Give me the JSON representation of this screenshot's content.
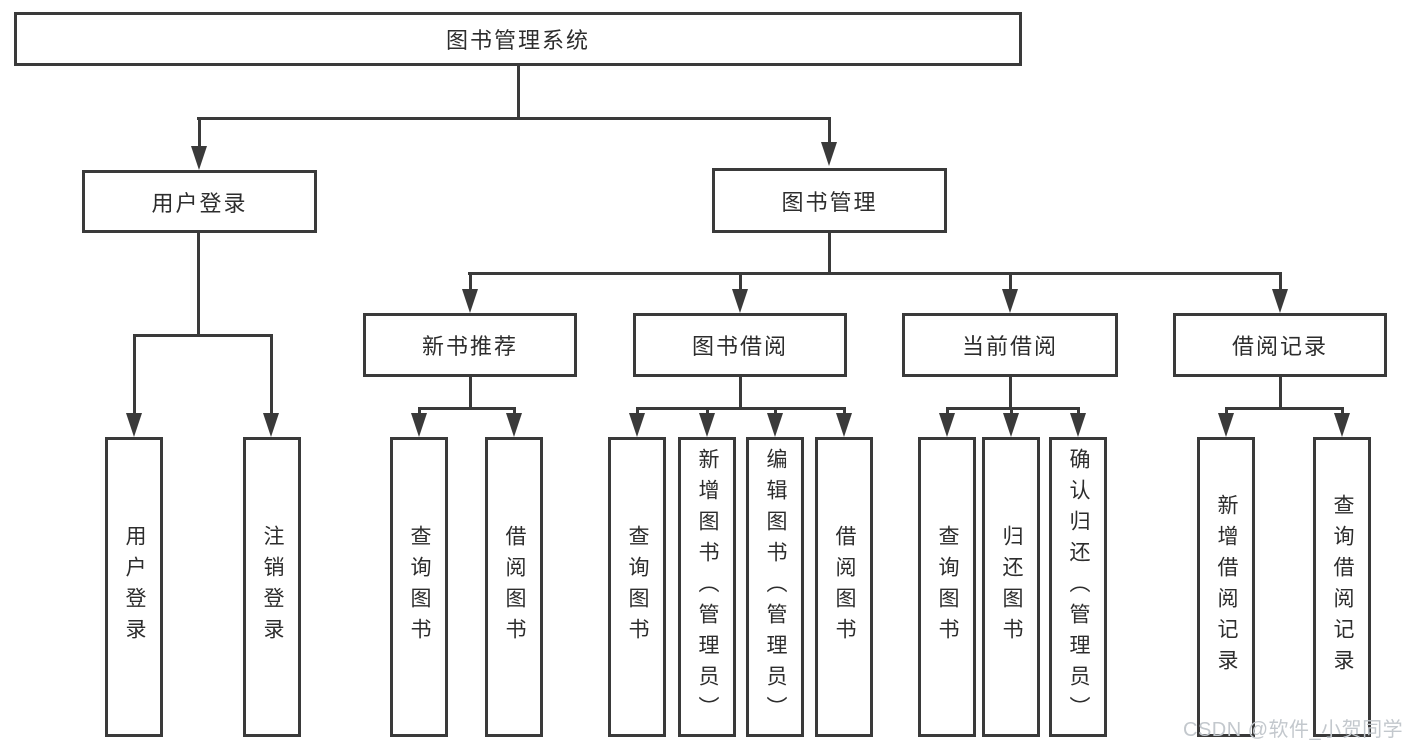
{
  "diagram": {
    "root": {
      "label": "图书管理系统"
    },
    "branches": [
      {
        "label": "用户登录",
        "children": [
          {
            "label": "用户登录"
          },
          {
            "label": "注销登录"
          }
        ]
      },
      {
        "label": "图书管理",
        "children": [
          {
            "label": "新书推荐",
            "children": [
              {
                "label": "查询图书"
              },
              {
                "label": "借阅图书"
              }
            ]
          },
          {
            "label": "图书借阅",
            "children": [
              {
                "label": "查询图书"
              },
              {
                "label": "新增图书（管理员）"
              },
              {
                "label": "编辑图书（管理员）"
              },
              {
                "label": "借阅图书"
              }
            ]
          },
          {
            "label": "当前借阅",
            "children": [
              {
                "label": "查询图书"
              },
              {
                "label": "归还图书"
              },
              {
                "label": "确认归还（管理员）"
              }
            ]
          },
          {
            "label": "借阅记录",
            "children": [
              {
                "label": "新增借阅记录"
              },
              {
                "label": "查询借阅记录"
              }
            ]
          }
        ]
      }
    ]
  },
  "watermark": {
    "text": "CSDN @软件_小贺同学"
  },
  "colors": {
    "line": "#3a3a3a",
    "text": "#2d2d2d",
    "background": "#ffffff",
    "watermark": "#c3c8cd"
  }
}
